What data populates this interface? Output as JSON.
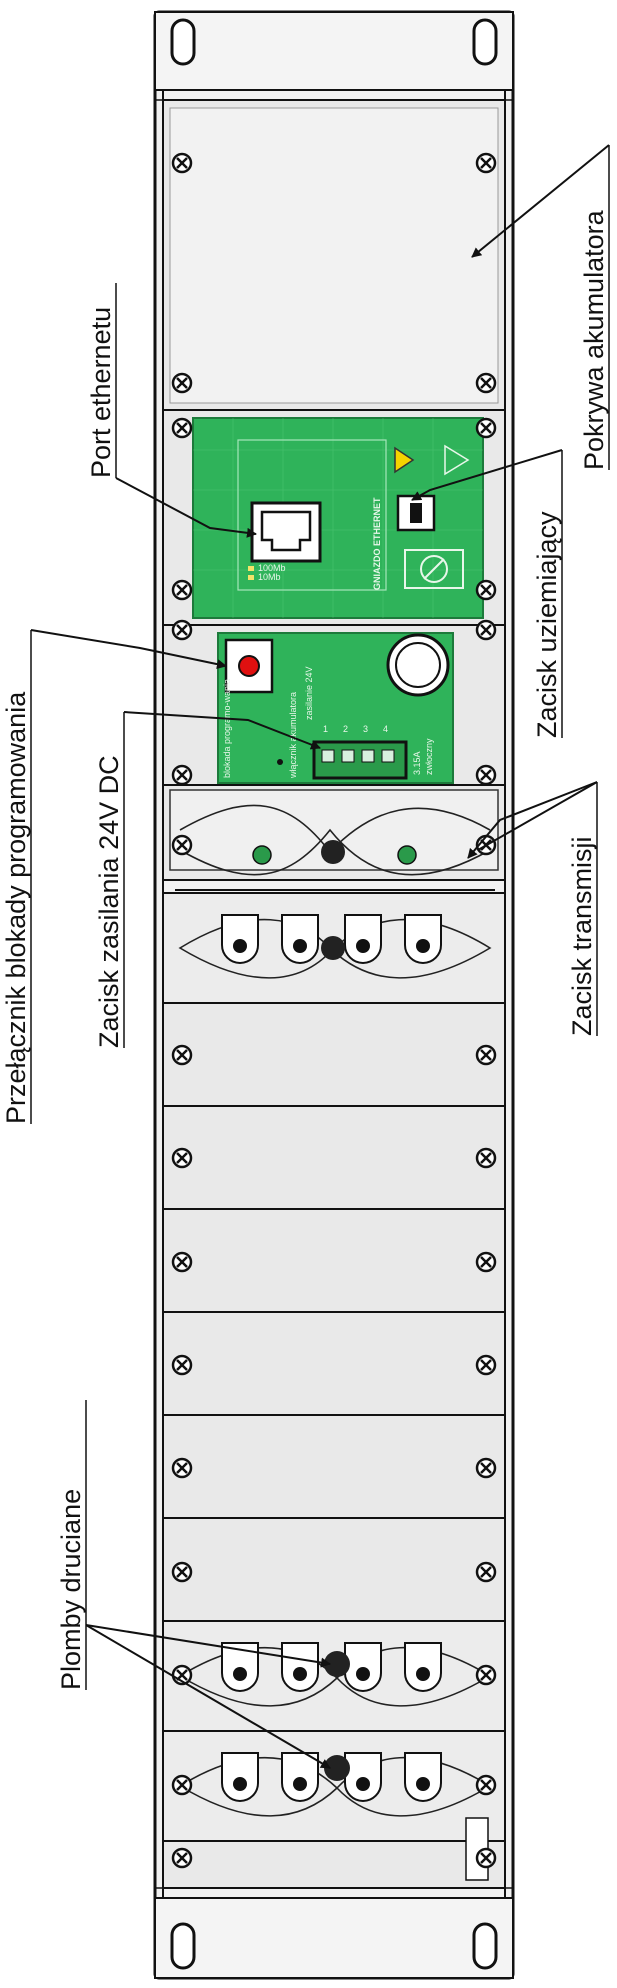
{
  "labels": {
    "battery_cover": "Pokrywa akumulatora",
    "ethernet_port": "Port ethernetu",
    "ground_clamp": "Zacisk uziemiający",
    "program_lock_switch": "Przełącznik blokady programowania",
    "power_terminal": "Zacisk zasilania 24V DC",
    "transmission_terminal": "Zacisk transmisji",
    "wire_seals": "Plomby druciane"
  },
  "board_text": {
    "ethernet_socket": "GNIAZDO ETHERNET",
    "lan_10": "10Mb",
    "lan_100": "100Mb",
    "lock_label": "blokada programo-wania",
    "battery_switch": "włącznik akumulatora",
    "supply": "zasilanie 24V",
    "pins": [
      "1",
      "2",
      "3",
      "4"
    ],
    "fuse": "3.15A",
    "fuse_sub": "zwłoczny"
  },
  "colors": {
    "board_green": "#2fb35a",
    "lock_button_red": "#e01010",
    "terminal_green": "#2a9a4a"
  }
}
